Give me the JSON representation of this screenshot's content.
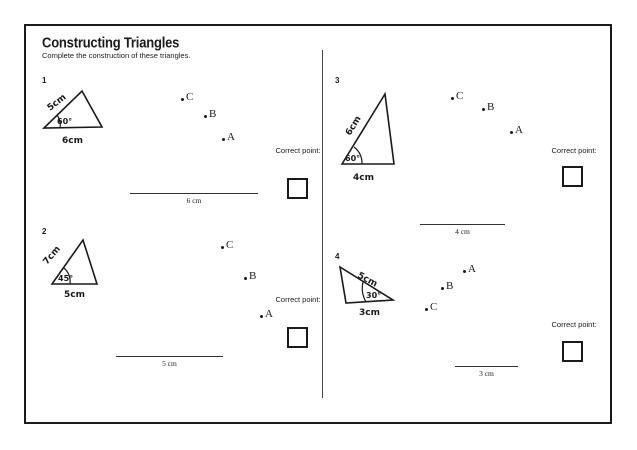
{
  "worksheet": {
    "title": "Constructing Triangles",
    "instructions": "Complete the construction of these triangles."
  },
  "questions": [
    {
      "number": "1",
      "sketch_labels": {
        "side_a": "5cm",
        "angle": "60°",
        "base": "6cm"
      },
      "points": [
        "C",
        "B",
        "A"
      ],
      "segment_label": "6 cm",
      "correct_point_label": "Correct point:"
    },
    {
      "number": "2",
      "sketch_labels": {
        "side_a": "7cm",
        "angle": "45°",
        "base": "5cm"
      },
      "points": [
        "C",
        "B",
        "A"
      ],
      "segment_label": "5 cm",
      "correct_point_label": "Correct point:"
    },
    {
      "number": "3",
      "sketch_labels": {
        "side_a": "6cm",
        "angle": "60°",
        "base": "4cm"
      },
      "points": [
        "C",
        "B",
        "A"
      ],
      "segment_label": "4 cm",
      "correct_point_label": "Correct point:"
    },
    {
      "number": "4",
      "sketch_labels": {
        "side_a": "5cm",
        "angle": "30°",
        "base": "3cm"
      },
      "points": [
        "A",
        "B",
        "C"
      ],
      "segment_label": "3 cm",
      "correct_point_label": "Correct point:"
    }
  ]
}
